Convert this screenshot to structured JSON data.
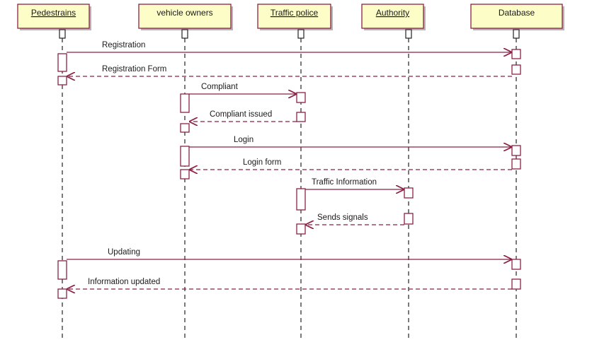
{
  "colors": {
    "participant_fill": "#fdfdc8",
    "participant_border": "#8b2246",
    "message_line": "#8b2246",
    "lifeline": "#222222",
    "activation_fill": "#ffffff"
  },
  "participants": [
    {
      "label": "Pedestrains",
      "underlined": true
    },
    {
      "label": "vehicle owners",
      "underlined": false
    },
    {
      "label": "Traffic police",
      "underlined": true
    },
    {
      "label": "Authority",
      "underlined": true
    },
    {
      "label": "Database",
      "underlined": false
    }
  ],
  "messages": [
    {
      "label": "Registration",
      "from": 0,
      "to": 4,
      "kind": "call"
    },
    {
      "label": "Registration Form",
      "from": 4,
      "to": 0,
      "kind": "return"
    },
    {
      "label": "Compliant",
      "from": 1,
      "to": 2,
      "kind": "call"
    },
    {
      "label": "Compliant issued",
      "from": 2,
      "to": 1,
      "kind": "return"
    },
    {
      "label": "Login",
      "from": 1,
      "to": 4,
      "kind": "call"
    },
    {
      "label": "Login form",
      "from": 4,
      "to": 1,
      "kind": "return"
    },
    {
      "label": "Traffic Information",
      "from": 2,
      "to": 3,
      "kind": "call"
    },
    {
      "label": "Sends signals",
      "from": 3,
      "to": 2,
      "kind": "return"
    },
    {
      "label": "Updating",
      "from": 0,
      "to": 4,
      "kind": "call"
    },
    {
      "label": "Information updated",
      "from": 4,
      "to": 0,
      "kind": "return"
    }
  ]
}
